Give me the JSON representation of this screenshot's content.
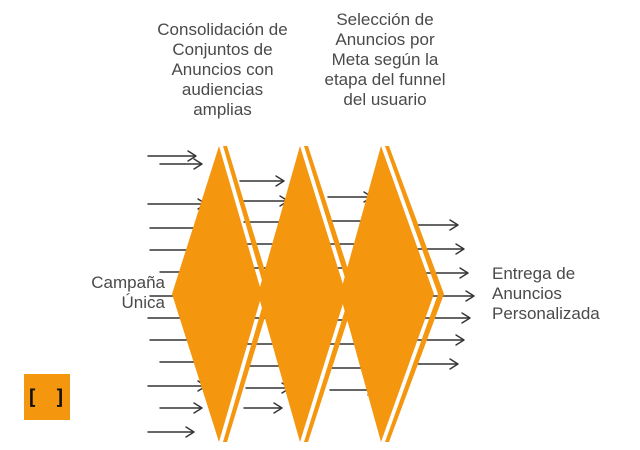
{
  "labels": {
    "consolidation": "Consolidación de\nConjuntos de\nAnuncios con\naudiencias\namplias",
    "selection": "Selección de\nAnuncios por\nMeta según la\netapa del funnel\ndel usuario",
    "input": "Campaña\nÚnica",
    "output": "Entrega de\nAnuncios\nPersonalizada"
  },
  "logo": {
    "glyph": "[ ]"
  },
  "colors": {
    "accent": "#F5960F",
    "arrow": "#333333",
    "text": "#4a4a4a"
  }
}
